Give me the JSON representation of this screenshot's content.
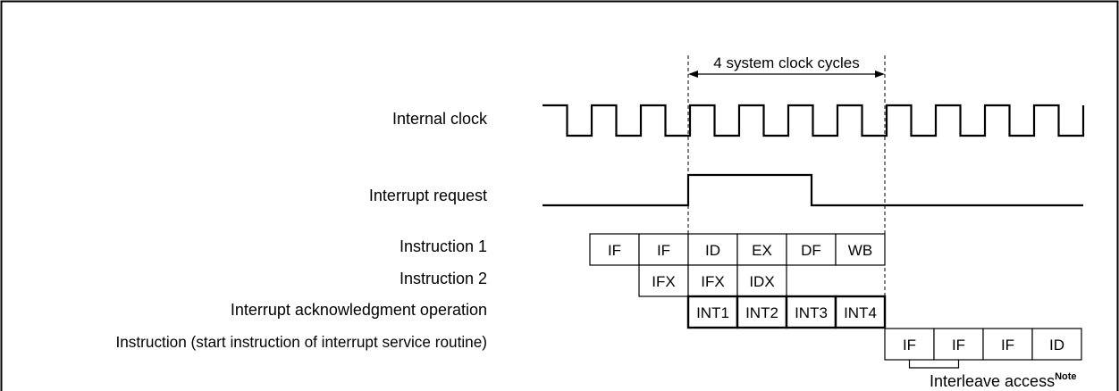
{
  "labels": {
    "internal_clock": "Internal clock",
    "interrupt_request": "Interrupt request",
    "instruction_1": "Instruction 1",
    "instruction_2": "Instruction 2",
    "interrupt_ack": "Interrupt acknowledgment operation",
    "service_instruction": "Instruction (start instruction of interrupt service routine)"
  },
  "timing": {
    "span_label": "4 system clock cycles",
    "clock_cycles_shown": 11
  },
  "rows": {
    "instruction_1": [
      "IF",
      "IF",
      "ID",
      "EX",
      "DF",
      "WB"
    ],
    "instruction_2": [
      "IFX",
      "IFX",
      "IDX"
    ],
    "interrupt_ack": [
      "INT1",
      "INT2",
      "INT3",
      "INT4"
    ],
    "service_instruction": [
      "IF",
      "IF",
      "IF",
      "ID"
    ]
  },
  "annotation": {
    "interleave": "Interleave access",
    "note": "Note"
  }
}
